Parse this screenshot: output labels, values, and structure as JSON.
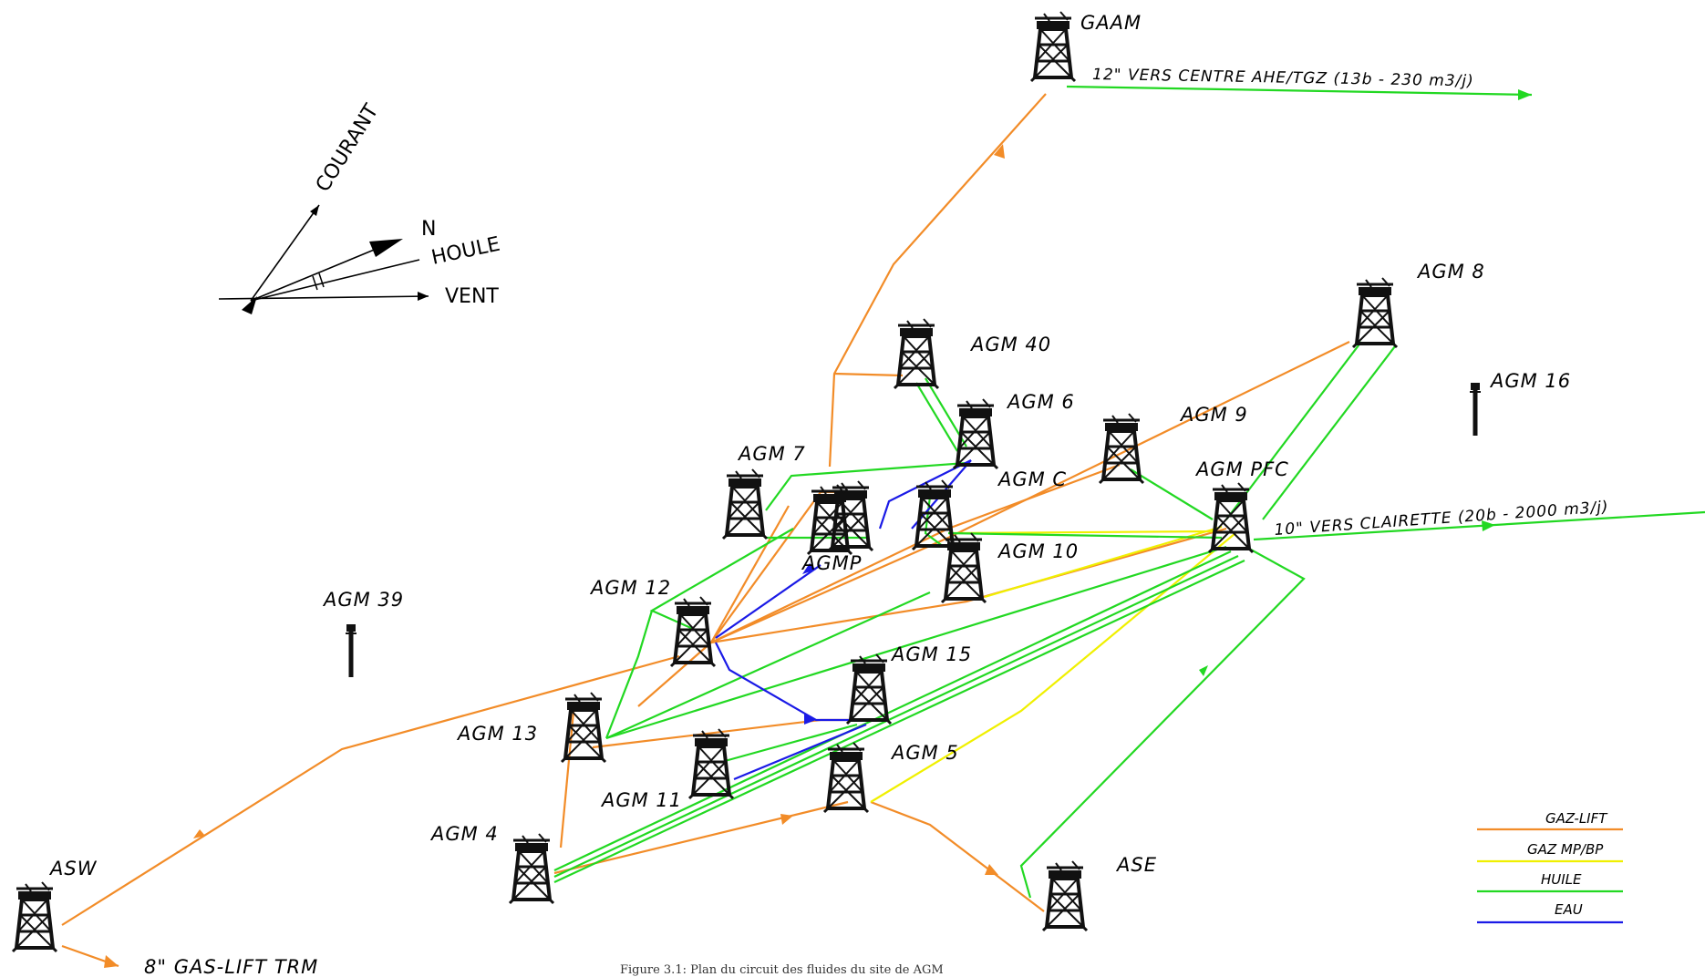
{
  "platforms": [
    {
      "id": "gaam",
      "label": "GAAM"
    },
    {
      "id": "agm8",
      "label": "AGM 8"
    },
    {
      "id": "agm40",
      "label": "AGM 40"
    },
    {
      "id": "agm6",
      "label": "AGM 6"
    },
    {
      "id": "agm9",
      "label": "AGM 9"
    },
    {
      "id": "agm16",
      "label": "AGM 16"
    },
    {
      "id": "agm7",
      "label": "AGM 7"
    },
    {
      "id": "agmc",
      "label": "AGM C"
    },
    {
      "id": "agmpfc",
      "label": "AGM PFC"
    },
    {
      "id": "agmp",
      "label": "AGMP"
    },
    {
      "id": "agm10",
      "label": "AGM 10"
    },
    {
      "id": "agm12",
      "label": "AGM 12"
    },
    {
      "id": "agm39",
      "label": "AGM 39"
    },
    {
      "id": "agm15",
      "label": "AGM 15"
    },
    {
      "id": "agm13",
      "label": "AGM 13"
    },
    {
      "id": "agm5",
      "label": "AGM 5"
    },
    {
      "id": "agm11",
      "label": "AGM 11"
    },
    {
      "id": "agm4",
      "label": "AGM 4"
    },
    {
      "id": "asw",
      "label": "ASW"
    },
    {
      "id": "ase",
      "label": "ASE"
    }
  ],
  "annotations": {
    "gaam_export": "12\" VERS CENTRE AHE/TGZ (13b - 230 m3/j)",
    "pfc_export": "10\" VERS CLAIRETTE (20b - 2000 m3/j)",
    "asw_export": "8\" GAS-LIFT TRM"
  },
  "compass": {
    "courant": "COURANT",
    "north": "N",
    "houle": "HOULE",
    "vent": "VENT"
  },
  "legend": [
    {
      "label": "GAZ-LIFT",
      "color": "#f28c28"
    },
    {
      "label": "GAZ MP/BP",
      "color": "#f0f000"
    },
    {
      "label": "HUILE",
      "color": "#22d822"
    },
    {
      "label": "EAU",
      "color": "#1a1ae6"
    }
  ],
  "caption": "Figure 3.1: Plan du circuit des fluides du site de AGM"
}
